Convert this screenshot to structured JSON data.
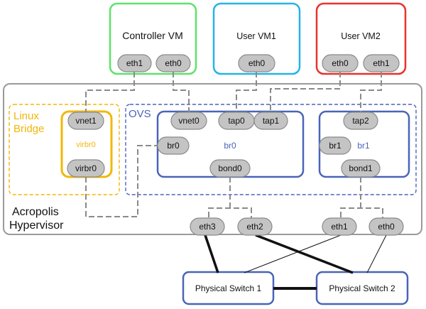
{
  "colors": {
    "controller_vm": "#5ee36a",
    "user_vm1": "#26b3e6",
    "user_vm2": "#e8332a",
    "hypervisor": "#9a9a9a",
    "linux_bridge": "#f2b707",
    "ovs": "#4a64b8",
    "port_fill": "#c4c4c4",
    "port_stroke": "#8a8a8a",
    "dashed_link": "#8a8a8a",
    "cable": "#111111"
  },
  "vms": {
    "controller": {
      "label": "Controller VM",
      "ports": [
        "eth1",
        "eth0"
      ]
    },
    "user1": {
      "label": "User VM1",
      "ports": [
        "eth0"
      ]
    },
    "user2": {
      "label": "User VM2",
      "ports": [
        "eth0",
        "eth1"
      ]
    }
  },
  "hypervisor": {
    "line1": "Acropolis",
    "line2": "Hypervisor"
  },
  "linux_bridge": {
    "line1": "Linux",
    "line2": "Bridge",
    "bridge_label": "virbr0",
    "ports": [
      "vnet1",
      "virbr0"
    ]
  },
  "ovs": {
    "label": "OVS",
    "br0": {
      "label": "br0",
      "ports": [
        "vnet0",
        "tap0",
        "tap1",
        "br0",
        "bond0"
      ]
    },
    "br1": {
      "label": "br1",
      "ports": [
        "tap2",
        "br1",
        "bond1"
      ]
    }
  },
  "nics": [
    "eth3",
    "eth2",
    "eth1",
    "eth0"
  ],
  "switches": [
    "Physical Switch 1",
    "Physical Switch 2"
  ]
}
